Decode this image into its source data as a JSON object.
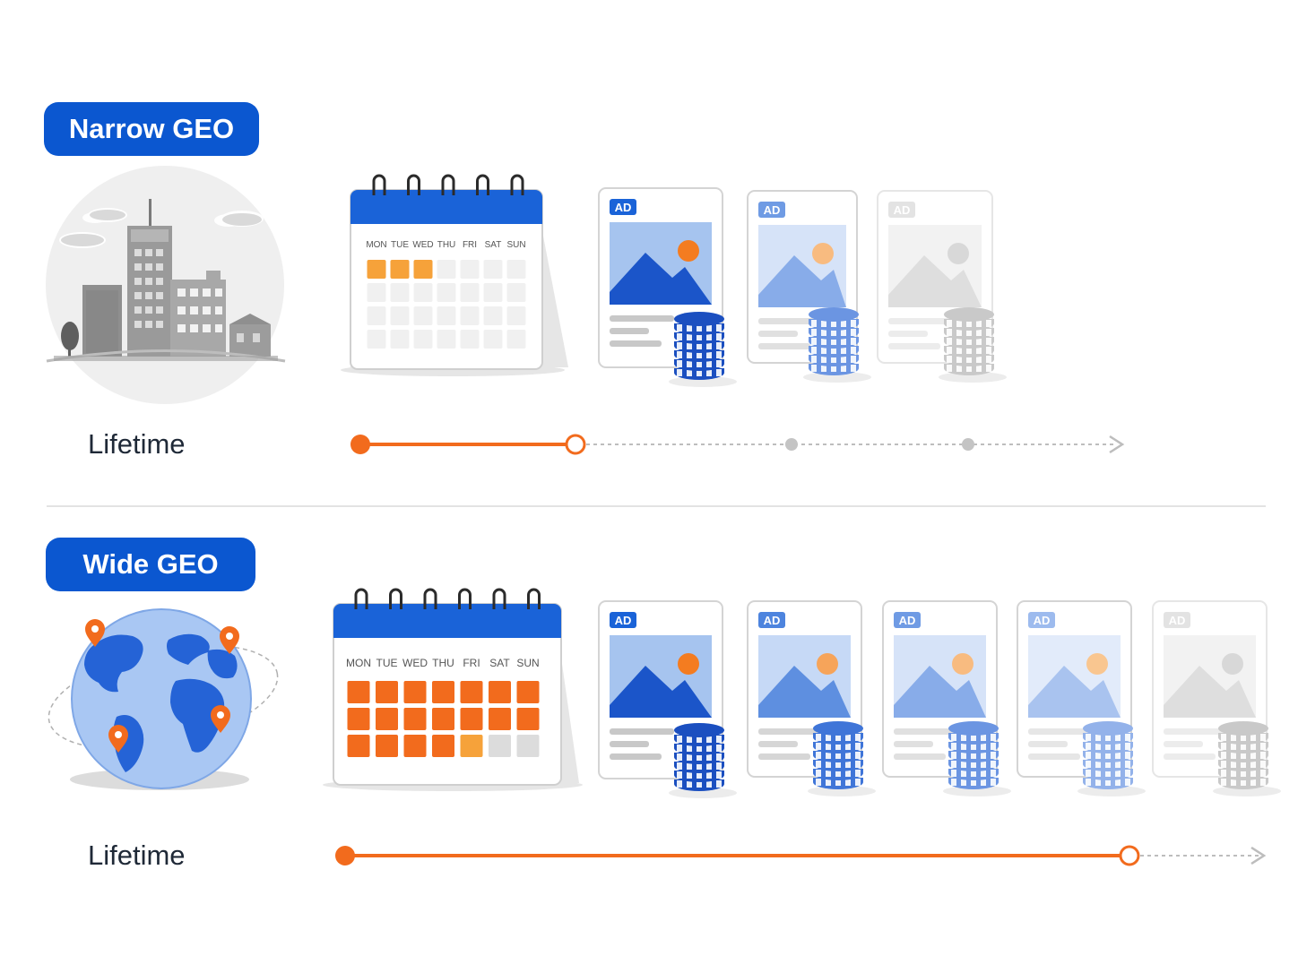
{
  "sections": {
    "narrow": {
      "label": "Narrow GEO",
      "lifetime_label": "Lifetime",
      "calendar": {
        "days": [
          "MON",
          "TUE",
          "WED",
          "THU",
          "FRI",
          "SAT",
          "SUN"
        ],
        "active_days": 3
      },
      "ad_badge": "AD",
      "ad_count": 3
    },
    "wide": {
      "label": "Wide GEO",
      "lifetime_label": "Lifetime",
      "calendar": {
        "days": [
          "MON",
          "TUE",
          "WED",
          "THU",
          "FRI",
          "SAT",
          "SUN"
        ],
        "active_days": 19
      },
      "ad_badge": "AD",
      "ad_count": 5
    }
  },
  "colors": {
    "brand_blue": "#0b57d0",
    "accent_orange": "#f26b1d",
    "light_orange": "#f6a23a",
    "grey": "#9aa0a6"
  }
}
